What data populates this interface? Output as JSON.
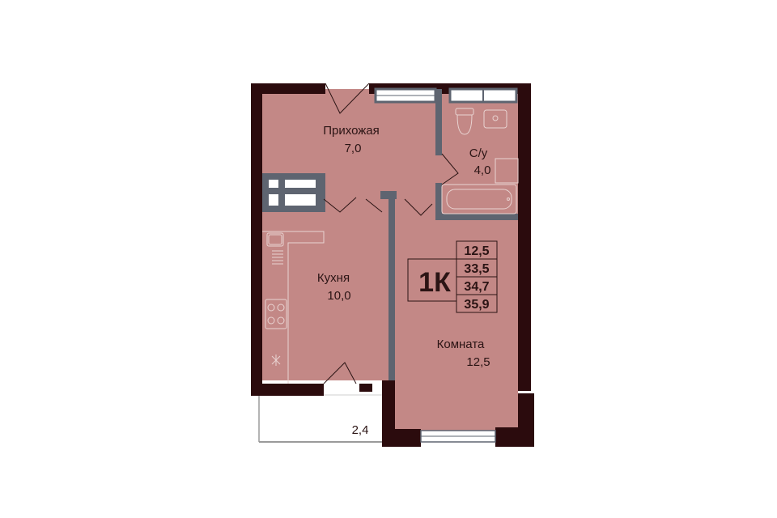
{
  "colors": {
    "floor": "#c38886",
    "wall": "#2b0b0d",
    "partition": "#5e6470",
    "fixture_line": "#e9d3d1",
    "background": "#ffffff",
    "text": "#2b1414"
  },
  "rooms": {
    "hallway": {
      "name": "Прихожая",
      "area": "7,0"
    },
    "bathroom": {
      "name": "С/у",
      "area": "4,0"
    },
    "kitchen": {
      "name": "Кухня",
      "area": "10,0"
    },
    "living": {
      "name": "Комната",
      "area": "12,5"
    },
    "balcony": {
      "area": "2,4"
    }
  },
  "badge": {
    "type": "1К",
    "areas": [
      "12,5",
      "33,5",
      "34,7",
      "35,9"
    ]
  },
  "icons": [
    "stove-icon",
    "sink-icon",
    "toilet-icon",
    "bathtub-icon",
    "fan-icon"
  ]
}
